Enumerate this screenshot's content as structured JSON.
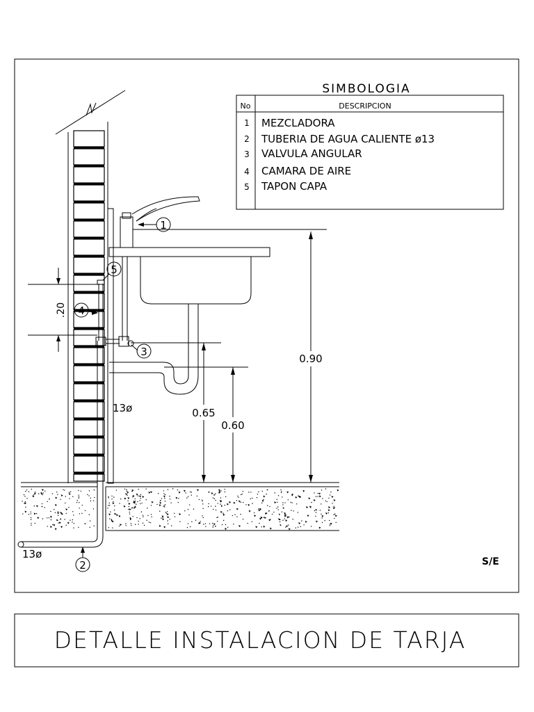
{
  "legend": {
    "title": "SIMBOLOGIA",
    "col_no": "No",
    "col_desc": "DESCRIPCION",
    "rows": [
      {
        "no": "1",
        "desc": "MEZCLADORA"
      },
      {
        "no": "2",
        "desc": "TUBERIA DE AGUA CALIENTE ø13"
      },
      {
        "no": "3",
        "desc": "VALVULA ANGULAR"
      },
      {
        "no": "4",
        "desc": "CAMARA DE AIRE"
      },
      {
        "no": "5",
        "desc": "TAPON CAPA"
      }
    ]
  },
  "callouts": [
    "1",
    "2",
    "3",
    "4",
    "5"
  ],
  "dimensions": {
    "sink_height": "0.90",
    "valve_height": "0.65",
    "drain_height": "0.60",
    "air_chamber": ".20",
    "pipe_vertical": "13ø",
    "pipe_horizontal": "13ø"
  },
  "scale": "S/E",
  "title": "DETALLE INSTALACION DE TARJA"
}
